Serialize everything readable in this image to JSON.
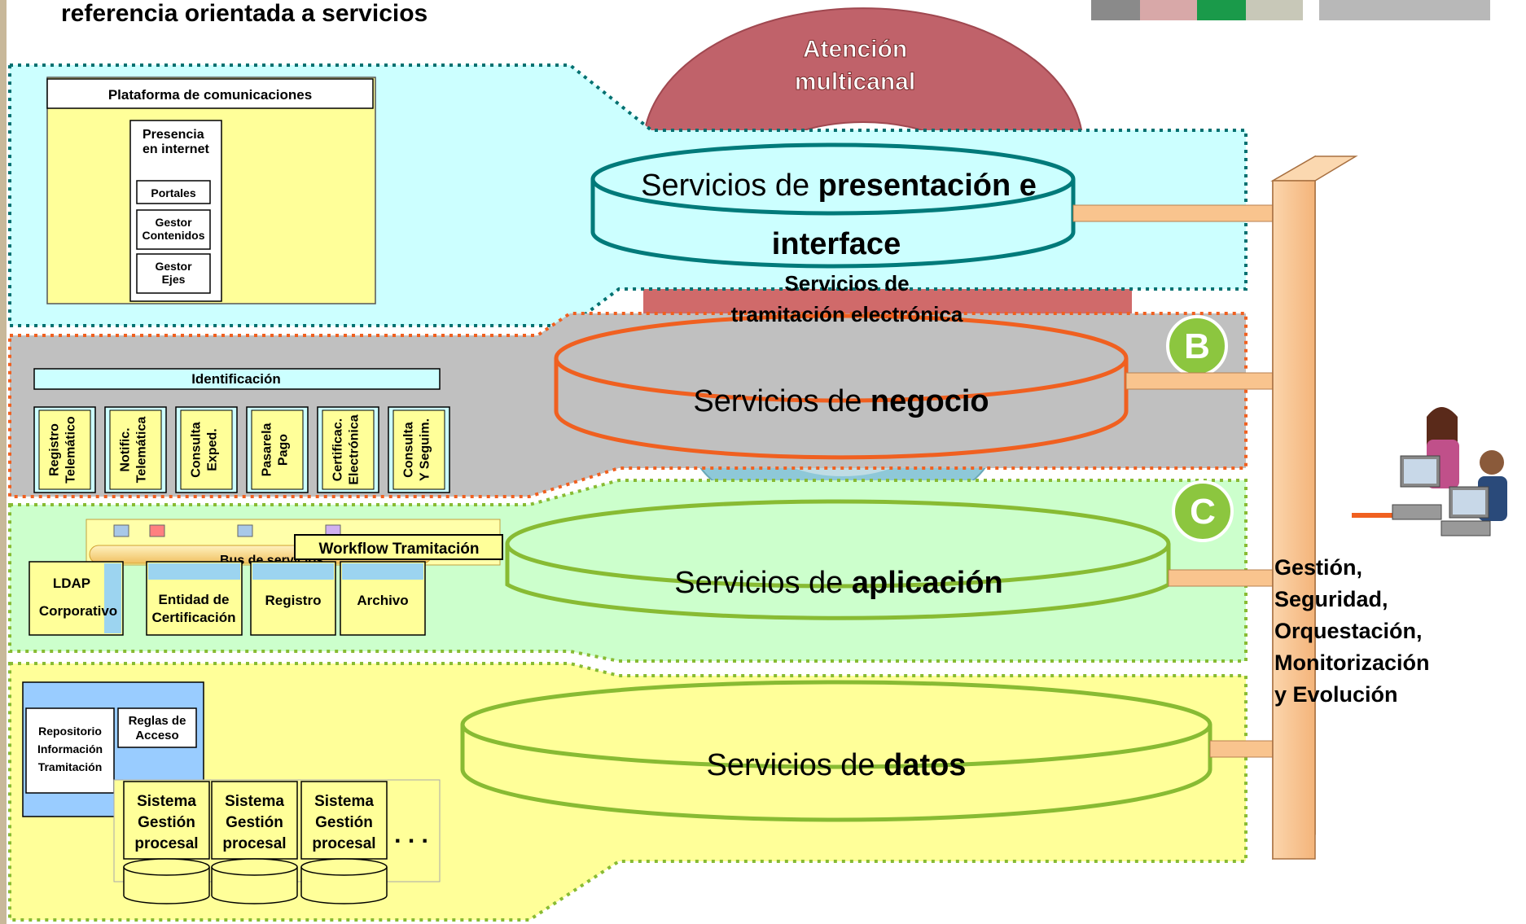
{
  "title": "referencia orientada a servicios",
  "ring_top_label": [
    "Atención",
    "multicanal"
  ],
  "ring_mid_label": [
    "Servicios de",
    "tramitación electrónica"
  ],
  "layers": {
    "presentation": {
      "prefix": "Servicios de ",
      "bold": "presentación e",
      "bold2": "interface"
    },
    "business": {
      "prefix": "Servicios de ",
      "bold": "negocio",
      "badge": "B"
    },
    "application": {
      "prefix": "Servicios de ",
      "bold": "aplicación",
      "badge": "C"
    },
    "data": {
      "prefix": "Servicios de ",
      "bold": "datos"
    }
  },
  "presentation_panel": {
    "header": "Plataforma de comunicaciones",
    "box_title": [
      "Presencia",
      "en internet"
    ],
    "items": [
      [
        "Portales"
      ],
      [
        "Gestor",
        "Contenidos"
      ],
      [
        "Gestor",
        "Ejes"
      ]
    ]
  },
  "business_panel": {
    "header": "Identificación",
    "columns": [
      [
        "Registro",
        "Telemático"
      ],
      [
        "Notific.",
        "Telemática"
      ],
      [
        "Consulta",
        "Exped."
      ],
      [
        "Pasarela",
        "Pago"
      ],
      [
        "Certificac.",
        "Electrónica"
      ],
      [
        "Consulta",
        "Y Seguim."
      ]
    ]
  },
  "application_panel": {
    "bus_label": "Bus de servicios",
    "workflow": "Workflow Tramitación",
    "boxes": [
      [
        "LDAP",
        "Corporativo"
      ],
      [
        "Entidad de",
        "Certificación"
      ],
      [
        "Registro"
      ],
      [
        "Archivo"
      ]
    ]
  },
  "data_panel": {
    "repo": [
      "Repositorio",
      "Información",
      "Tramitación"
    ],
    "rules": [
      "Reglas de",
      "Acceso"
    ],
    "systems": [
      [
        "Sistema",
        "Gestión",
        "procesal"
      ],
      [
        "Sistema",
        "Gestión",
        "procesal"
      ],
      [
        "Sistema",
        "Gestión",
        "procesal"
      ]
    ],
    "ellipsis": ". . ."
  },
  "pillar_label": [
    "Gestión,",
    "Seguridad,",
    "Orquestación,",
    "Monitorización",
    "y Evolución"
  ],
  "colors": {
    "presentation_bg": "#ccffff",
    "business_bg": "#c0c0c0",
    "application_bg": "#ccffcc",
    "data_bg": "#ffff99",
    "pillar": "#f9c48e",
    "ring_top": "#c0626a",
    "ring_mid": "#8ec8d8",
    "badge": "#8cc63f"
  }
}
